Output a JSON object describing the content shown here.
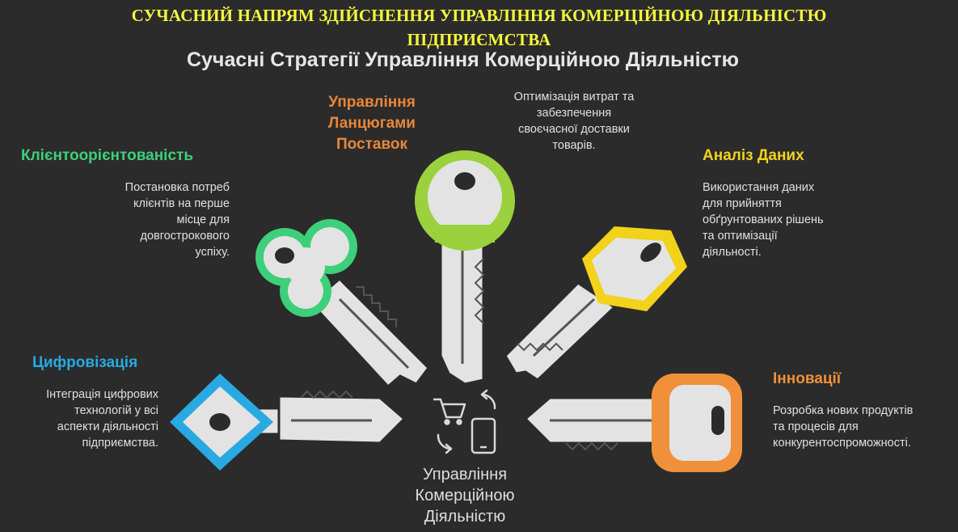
{
  "banner": {
    "line1": "СУЧАСНИЙ НАПРЯМ ЗДІЙСНЕННЯ УПРАВЛІННЯ КОМЕРЦІЙНОЮ ДІЯЛЬНІСТЮ",
    "line2": "ПІДПРИЄМСТВА"
  },
  "subtitle": "Сучасні Стратегії Управління Комерційною Діяльністю",
  "center": {
    "line1": "Управління",
    "line2": "Комерційною",
    "line3": "Діяльністю",
    "icons": [
      "shopping-cart-icon",
      "smartphone-icon",
      "cycle-arrows-icon"
    ]
  },
  "strategies": {
    "digitalization": {
      "title": "Цифровізація",
      "desc": [
        "Інтеграція цифрових",
        "технологій у всі",
        "аспекти діяльності",
        "підприємства."
      ],
      "color": "#29a9e1"
    },
    "customer": {
      "title": "Клієнтоорієнтованість",
      "desc": [
        "Постановка потреб",
        "клієнтів на перше",
        "місце для",
        "довгострокового",
        "успіху."
      ],
      "color": "#3ecf7a"
    },
    "supply": {
      "title": [
        "Управління",
        "Ланцюгами",
        "Поставок"
      ],
      "desc": [
        "Оптимізація витрат та",
        "забезпечення",
        "своєчасної доставки",
        "товарів."
      ],
      "color": "#e8873a",
      "key_color": "#9ad13c"
    },
    "data": {
      "title": "Аналіз Даних",
      "desc": [
        "Використання даних",
        "для прийняття",
        "обґрунтованих рішень",
        "та оптимізації",
        "діяльності."
      ],
      "color": "#f2d21b"
    },
    "innovation": {
      "title": "Інновації",
      "desc": [
        "Розробка нових продуктів",
        "та процесів для",
        "конкурентоспроможності."
      ],
      "color": "#f0903a"
    }
  }
}
